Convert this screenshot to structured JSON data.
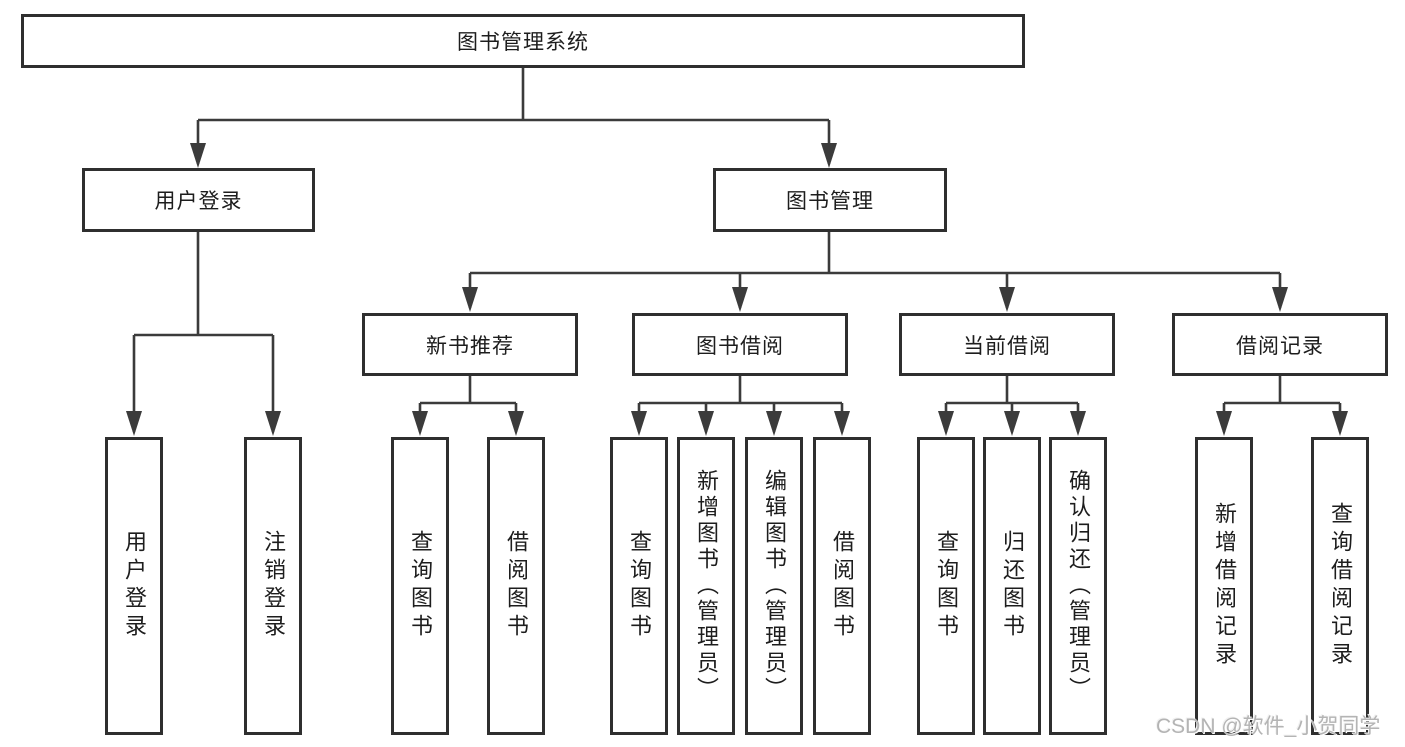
{
  "diagram_title": "图书管理系统",
  "tree": {
    "root": "图书管理系统",
    "user_login_branch": {
      "label": "用户登录",
      "children": [
        "用户登录",
        "注销登录"
      ]
    },
    "book_mgmt_branch": {
      "label": "图书管理",
      "children": [
        {
          "label": "新书推荐",
          "children": [
            "查询图书",
            "借阅图书"
          ]
        },
        {
          "label": "图书借阅",
          "children": [
            "查询图书",
            "新增图书（管理员）",
            "编辑图书（管理员）",
            "借阅图书"
          ]
        },
        {
          "label": "当前借阅",
          "children": [
            "查询图书",
            "归还图书",
            "确认归还（管理员）"
          ]
        },
        {
          "label": "借阅记录",
          "children": [
            "新增借阅记录",
            "查询借阅记录"
          ]
        }
      ]
    }
  },
  "watermark": "CSDN @软件_小贺同学",
  "colors": {
    "line": "#3b3b3b",
    "box_border": "#2f2f2f",
    "box_fill": "#ffffff",
    "text": "#1d1d1d",
    "watermark": "#b4b4b4",
    "background": "#ffffff"
  }
}
